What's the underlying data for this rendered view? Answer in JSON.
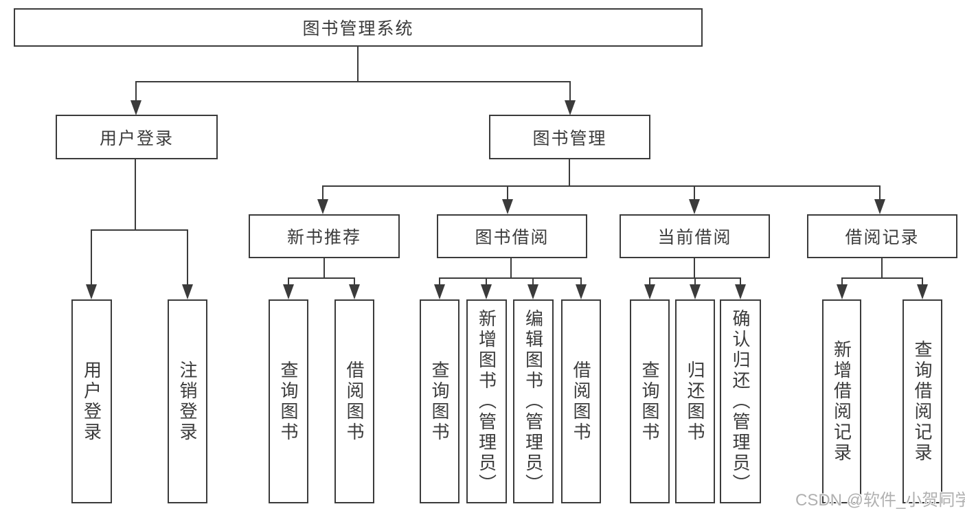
{
  "colors": {
    "line": "#3b3b3b",
    "text": "#3b3b3b",
    "box_bg": "#ffffff",
    "watermark": "#b0b0b0"
  },
  "watermark": {
    "text": "CSDN @软件_小贺同学"
  },
  "tree": {
    "root": {
      "label": "图书管理系统",
      "children": [
        {
          "label": "用户登录",
          "children": [
            {
              "label": "用户登录"
            },
            {
              "label": "注销登录"
            }
          ]
        },
        {
          "label": "图书管理",
          "children": [
            {
              "label": "新书推荐",
              "children": [
                {
                  "label": "查询图书"
                },
                {
                  "label": "借阅图书"
                }
              ]
            },
            {
              "label": "图书借阅",
              "children": [
                {
                  "label": "查询图书"
                },
                {
                  "label": "新增图书（管理员）"
                },
                {
                  "label": "编辑图书（管理员）"
                },
                {
                  "label": "借阅图书"
                }
              ]
            },
            {
              "label": "当前借阅",
              "children": [
                {
                  "label": "查询图书"
                },
                {
                  "label": "归还图书"
                },
                {
                  "label": "确认归还（管理员）"
                }
              ]
            },
            {
              "label": "借阅记录",
              "children": [
                {
                  "label": "新增借阅记录"
                },
                {
                  "label": "查询借阅记录"
                }
              ]
            }
          ]
        }
      ]
    }
  }
}
